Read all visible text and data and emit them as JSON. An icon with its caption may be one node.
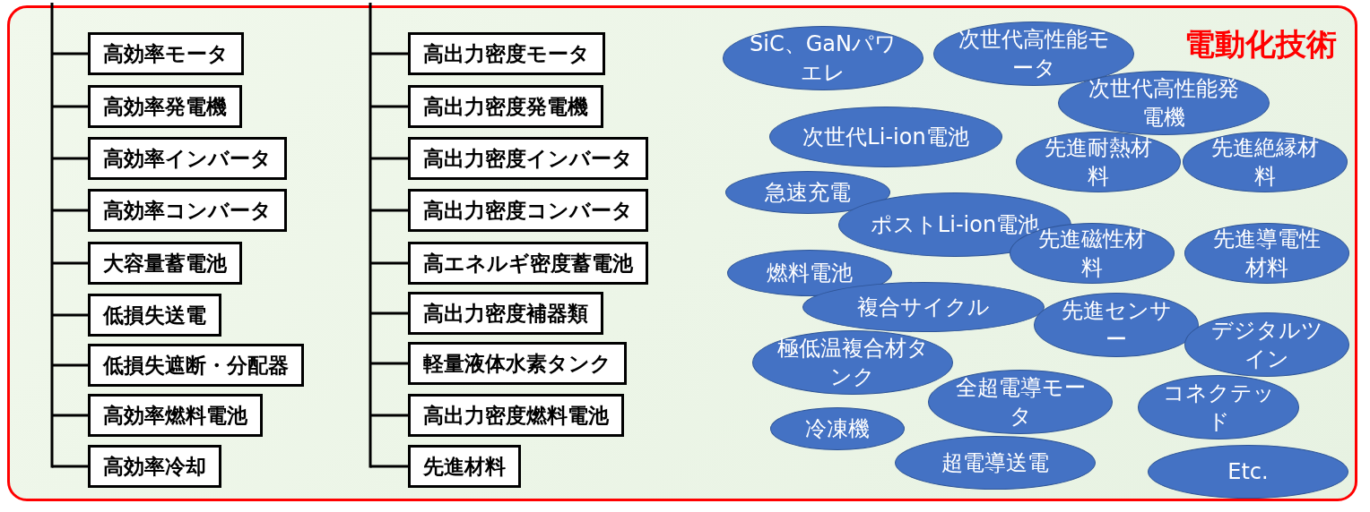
{
  "diagram": {
    "nodes": [
      {
        "text": [
          "電動化技術"
        ]
      },
      {
        "text": [
          "高効率モータ"
        ],
        "in": 0
      },
      {
        "text": [
          "高効率発電機"
        ],
        "in": 0
      },
      {
        "text": [
          "高効率インバータ"
        ],
        "in": 0
      },
      {
        "text": [
          "高効率コンバータ"
        ],
        "in": 0
      },
      {
        "text": [
          "大容量蓄電池"
        ],
        "in": 0
      },
      {
        "text": [
          "低損失送電"
        ],
        "in": 0
      },
      {
        "text": [
          "低損失遮断・分配器"
        ],
        "in": 0
      },
      {
        "text": [
          "高効率燃料電池"
        ],
        "in": 0
      },
      {
        "text": [
          "高効率冷却"
        ],
        "in": 0
      },
      {
        "text": [
          "高出力密度モータ"
        ],
        "in": 0
      },
      {
        "text": [
          "高出力密度発電機"
        ],
        "in": 0
      },
      {
        "text": [
          "高出力密度インバータ"
        ],
        "in": 0
      },
      {
        "text": [
          "高出力密度コンバータ"
        ],
        "in": 0
      },
      {
        "text": [
          "高エネルギ密度蓄電池"
        ],
        "in": 0
      },
      {
        "text": [
          "高出力密度補器類"
        ],
        "in": 0
      },
      {
        "text": [
          "軽量液体水素タンク"
        ],
        "in": 0
      },
      {
        "text": [
          "高出力密度燃料電池"
        ],
        "in": 0
      },
      {
        "text": [
          "先進材料"
        ],
        "in": 0
      },
      {
        "text": [
          "SiC、GaNパワエレ"
        ],
        "in": 0
      },
      {
        "text": [
          "次世代高性能モータ"
        ],
        "in": 0
      },
      {
        "text": [
          "次世代高性能発電機"
        ],
        "in": 0
      },
      {
        "text": [
          "次世代Li-ion電池"
        ],
        "in": 0
      },
      {
        "text": [
          "先進耐熱材料"
        ],
        "in": 0
      },
      {
        "text": [
          "先進絶縁材料"
        ],
        "in": 0
      },
      {
        "text": [
          "急速充電"
        ],
        "in": 0
      },
      {
        "text": [
          "ポストLi-ion電池"
        ],
        "in": 0
      },
      {
        "text": [
          "先進磁性材料"
        ],
        "in": 0
      },
      {
        "text": [
          "先進導電性材料"
        ],
        "in": 0
      },
      {
        "text": [
          "燃料電池"
        ],
        "in": 0
      },
      {
        "text": [
          "複合サイクル"
        ],
        "in": 0
      },
      {
        "text": [
          "先進センサー"
        ],
        "in": 0
      },
      {
        "text": [
          "デジタルツイン"
        ],
        "in": 0
      },
      {
        "text": [
          "極低温複合材タンク"
        ],
        "in": 0
      },
      {
        "text": [
          "全超電導モータ"
        ],
        "in": 0
      },
      {
        "text": [
          "コネクテッド"
        ],
        "in": 0
      },
      {
        "text": [
          "冷凍機"
        ],
        "in": 0
      },
      {
        "text": [
          "超電導送電"
        ],
        "in": 0
      },
      {
        "text": [
          "Etc."
        ],
        "in": 0
      }
    ],
    "edges": [
      {
        "from": null,
        "to": 1,
        "arrow": "none"
      },
      {
        "from": null,
        "to": 2,
        "arrow": "none"
      },
      {
        "from": null,
        "to": 3,
        "arrow": "none"
      },
      {
        "from": null,
        "to": 4,
        "arrow": "none"
      },
      {
        "from": null,
        "to": 5,
        "arrow": "none"
      },
      {
        "from": null,
        "to": 6,
        "arrow": "none"
      },
      {
        "from": null,
        "to": 7,
        "arrow": "none"
      },
      {
        "from": null,
        "to": 8,
        "arrow": "none"
      },
      {
        "from": null,
        "to": 9,
        "arrow": "none"
      },
      {
        "from": null,
        "to": 10,
        "arrow": "none"
      },
      {
        "from": null,
        "to": 11,
        "arrow": "none"
      },
      {
        "from": null,
        "to": 12,
        "arrow": "none"
      },
      {
        "from": null,
        "to": 13,
        "arrow": "none"
      },
      {
        "from": null,
        "to": 14,
        "arrow": "none"
      },
      {
        "from": null,
        "to": 15,
        "arrow": "none"
      },
      {
        "from": null,
        "to": 16,
        "arrow": "none"
      },
      {
        "from": null,
        "to": 17,
        "arrow": "none"
      },
      {
        "from": null,
        "to": 18,
        "arrow": "none"
      }
    ]
  }
}
